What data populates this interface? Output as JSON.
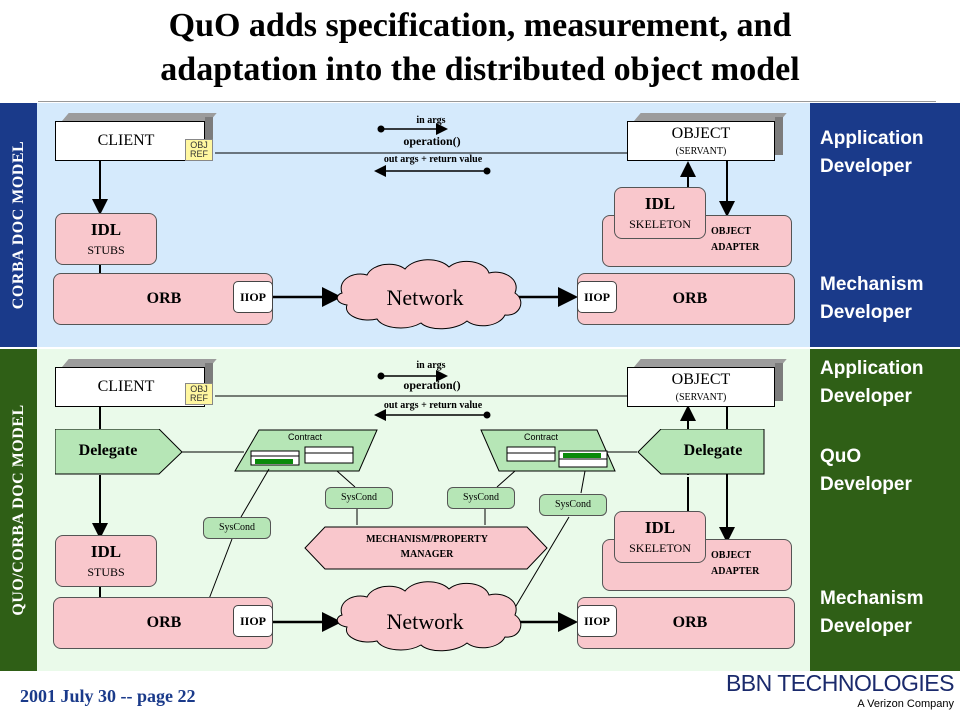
{
  "title": {
    "line1": "QuO adds specification, measurement, and",
    "line2": "adaptation into the distributed object model"
  },
  "side_labels": {
    "top": "CORBA DOC MODEL",
    "bottom": "QUO/CORBA DOC MODEL"
  },
  "roles": {
    "top": [
      "Application",
      "Developer",
      "Mechanism",
      "Developer"
    ],
    "bottom": [
      "Application",
      "Developer",
      "QuO",
      "Developer",
      "Mechanism",
      "Developer"
    ]
  },
  "corba": {
    "client": "CLIENT",
    "obj_ref": [
      "OBJ",
      "REF"
    ],
    "in_args": "in args",
    "operation": "operation()",
    "out_args": "out args + return value",
    "object": "OBJECT",
    "servant": "(SERVANT)",
    "idl": "IDL",
    "stubs": "STUBS",
    "skeleton": "SKELETON",
    "object_adapter": [
      "OBJECT",
      "ADAPTER"
    ],
    "orb": "ORB",
    "iiop": "IIOP",
    "network": "Network"
  },
  "quo": {
    "delegate": "Delegate",
    "contract": "Contract",
    "syscond": "SysCond",
    "manager": [
      "MECHANISM/PROPERTY",
      "MANAGER"
    ]
  },
  "footer": "2001 July 30 -- page 22",
  "logo": {
    "main": "BBN TECHNOLOGIES",
    "sub": "A Verizon Company"
  },
  "colors": {
    "blue_band": "#1a3a8a",
    "green_band": "#2f5f16",
    "top_panel": "#d5eafc",
    "bottom_panel": "#eafaea",
    "pink": "#f9c7cc",
    "delegate": "#b6e6b6",
    "obj_ref": "#fff7a0"
  }
}
